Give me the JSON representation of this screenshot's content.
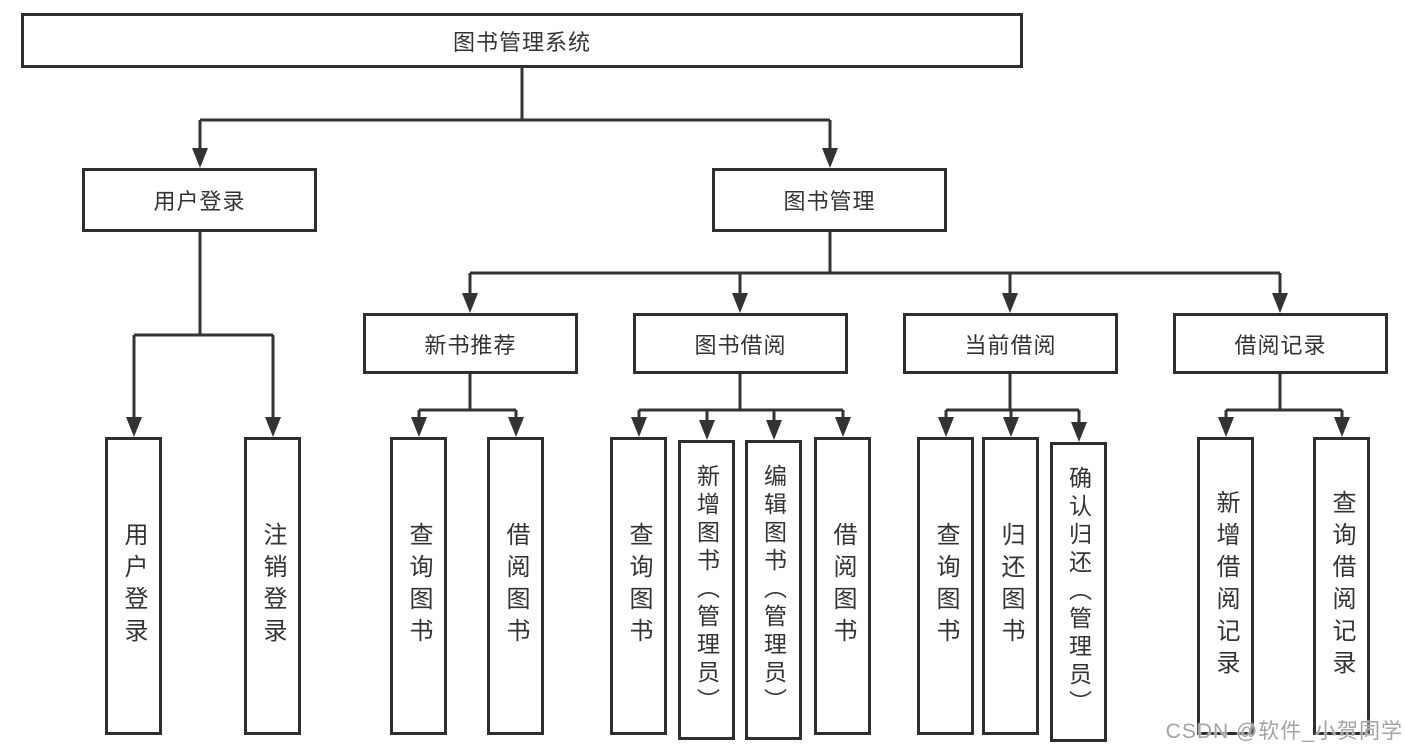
{
  "watermark": {
    "text": "CSDN @软件_小贺同学"
  },
  "colors": {
    "line": "#333333",
    "border": "#2e2e2e",
    "text": "#333333",
    "watermark": "#a3a3a3",
    "background": "#ffffff"
  },
  "tree": {
    "root": "图书管理系统",
    "children": [
      {
        "label": "用户登录",
        "children": [
          {
            "label": "用户登录"
          },
          {
            "label": "注销登录"
          }
        ]
      },
      {
        "label": "图书管理",
        "children": [
          {
            "label": "新书推荐",
            "children": [
              {
                "label": "查询图书"
              },
              {
                "label": "借阅图书"
              }
            ]
          },
          {
            "label": "图书借阅",
            "children": [
              {
                "label": "查询图书"
              },
              {
                "label": "新增图书（管理员）"
              },
              {
                "label": "编辑图书（管理员）"
              },
              {
                "label": "借阅图书"
              }
            ]
          },
          {
            "label": "当前借阅",
            "children": [
              {
                "label": "查询图书"
              },
              {
                "label": "归还图书"
              },
              {
                "label": "确认归还（管理员）"
              }
            ]
          },
          {
            "label": "借阅记录",
            "children": [
              {
                "label": "新增借阅记录"
              },
              {
                "label": "查询借阅记录"
              }
            ]
          }
        ]
      }
    ]
  }
}
